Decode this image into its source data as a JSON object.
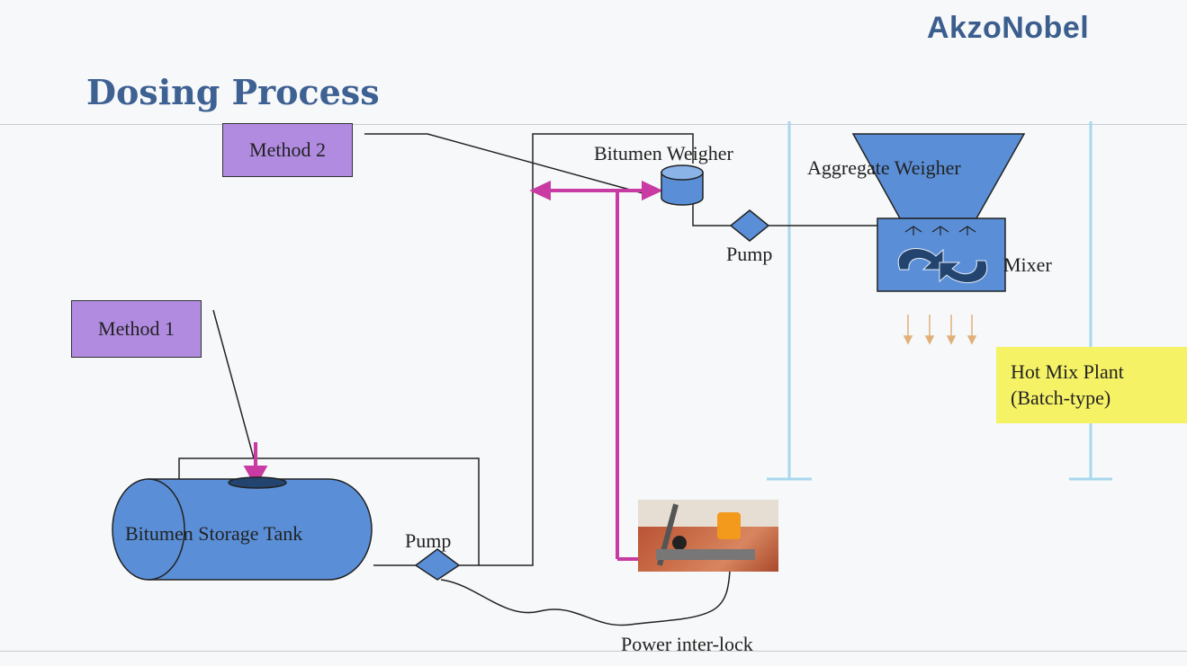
{
  "brand": "AkzoNobel",
  "title": "Dosing Process",
  "method2": "Method 2",
  "method1": "Method 1",
  "bitumen_weigher": "Bitumen Weigher",
  "aggregate_weigher": "Aggregate Weigher",
  "pump_top": "Pump",
  "mixer": "Mixer",
  "hot_mix_plant": {
    "line1": "Hot Mix Plant",
    "line2": "(Batch-type)"
  },
  "storage_tank": "Bitumen Storage Tank",
  "pump_bottom": "Pump",
  "power_interlock": "Power inter-lock",
  "colors": {
    "blue_fill": "#5a8fd8",
    "magenta": "#c93ba3",
    "method_purple": "#b08be0",
    "plant_yellow": "#f6f266",
    "structure_blue": "#a9d7ee"
  }
}
